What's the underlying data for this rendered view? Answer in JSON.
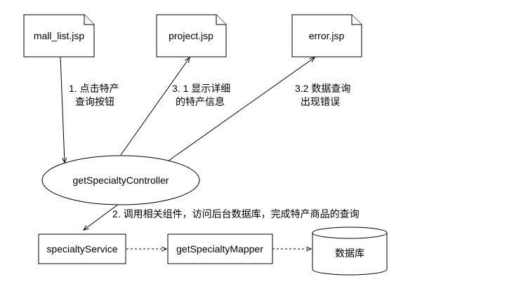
{
  "diagram": {
    "nodes": {
      "mall_list": {
        "label": "mall_list.jsp",
        "shape": "document"
      },
      "project": {
        "label": "project.jsp",
        "shape": "document"
      },
      "error": {
        "label": "error.jsp",
        "shape": "document"
      },
      "controller": {
        "label": "getSpecialtyController",
        "shape": "ellipse"
      },
      "service": {
        "label": "specialtyService",
        "shape": "rectangle"
      },
      "mapper": {
        "label": "getSpecialtyMapper",
        "shape": "rectangle"
      },
      "database": {
        "label": "数据库",
        "shape": "cylinder"
      }
    },
    "edges": {
      "step1": {
        "from": "mall_list",
        "to": "controller",
        "line1": "1. 点击特产",
        "line2": "查询按钮",
        "style": "solid"
      },
      "step2": {
        "from": "controller",
        "to": "service",
        "line1": "2. 调用相关组件，访问后台数据库，完成特产商品的查询",
        "style": "solid"
      },
      "step31": {
        "from": "controller",
        "to": "project",
        "line1": "3. 1 显示详细",
        "line2": "的特产信息",
        "style": "solid"
      },
      "step32": {
        "from": "controller",
        "to": "error",
        "line1": "3.2 数据查询",
        "line2": "出现错误",
        "style": "solid"
      },
      "service_mapper": {
        "from": "service",
        "to": "mapper",
        "style": "dashed"
      },
      "mapper_db": {
        "from": "mapper",
        "to": "database",
        "style": "dashed"
      }
    }
  }
}
